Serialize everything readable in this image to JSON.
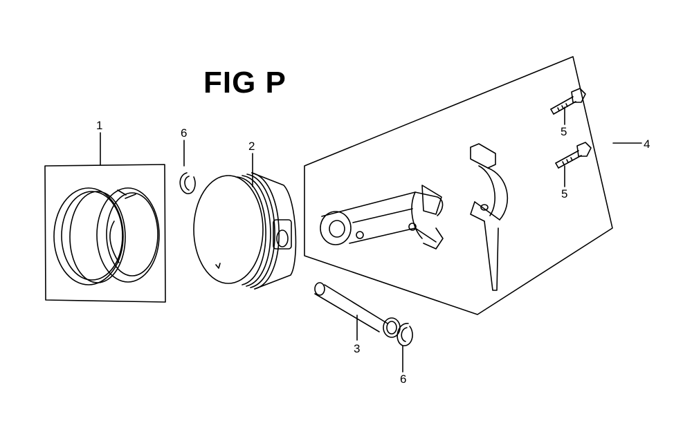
{
  "figure": {
    "title": "FIG P"
  },
  "callouts": [
    {
      "id": "ring-set",
      "label": "1"
    },
    {
      "id": "piston",
      "label": "2"
    },
    {
      "id": "piston-pin",
      "label": "3"
    },
    {
      "id": "connecting-rod-assembly",
      "label": "4"
    },
    {
      "id": "rod-bolt-upper",
      "label": "5"
    },
    {
      "id": "rod-bolt-lower",
      "label": "5"
    },
    {
      "id": "clip-top",
      "label": "6"
    },
    {
      "id": "clip-bottom",
      "label": "6"
    }
  ],
  "colors": {
    "line": "#000000",
    "background": "#ffffff"
  }
}
